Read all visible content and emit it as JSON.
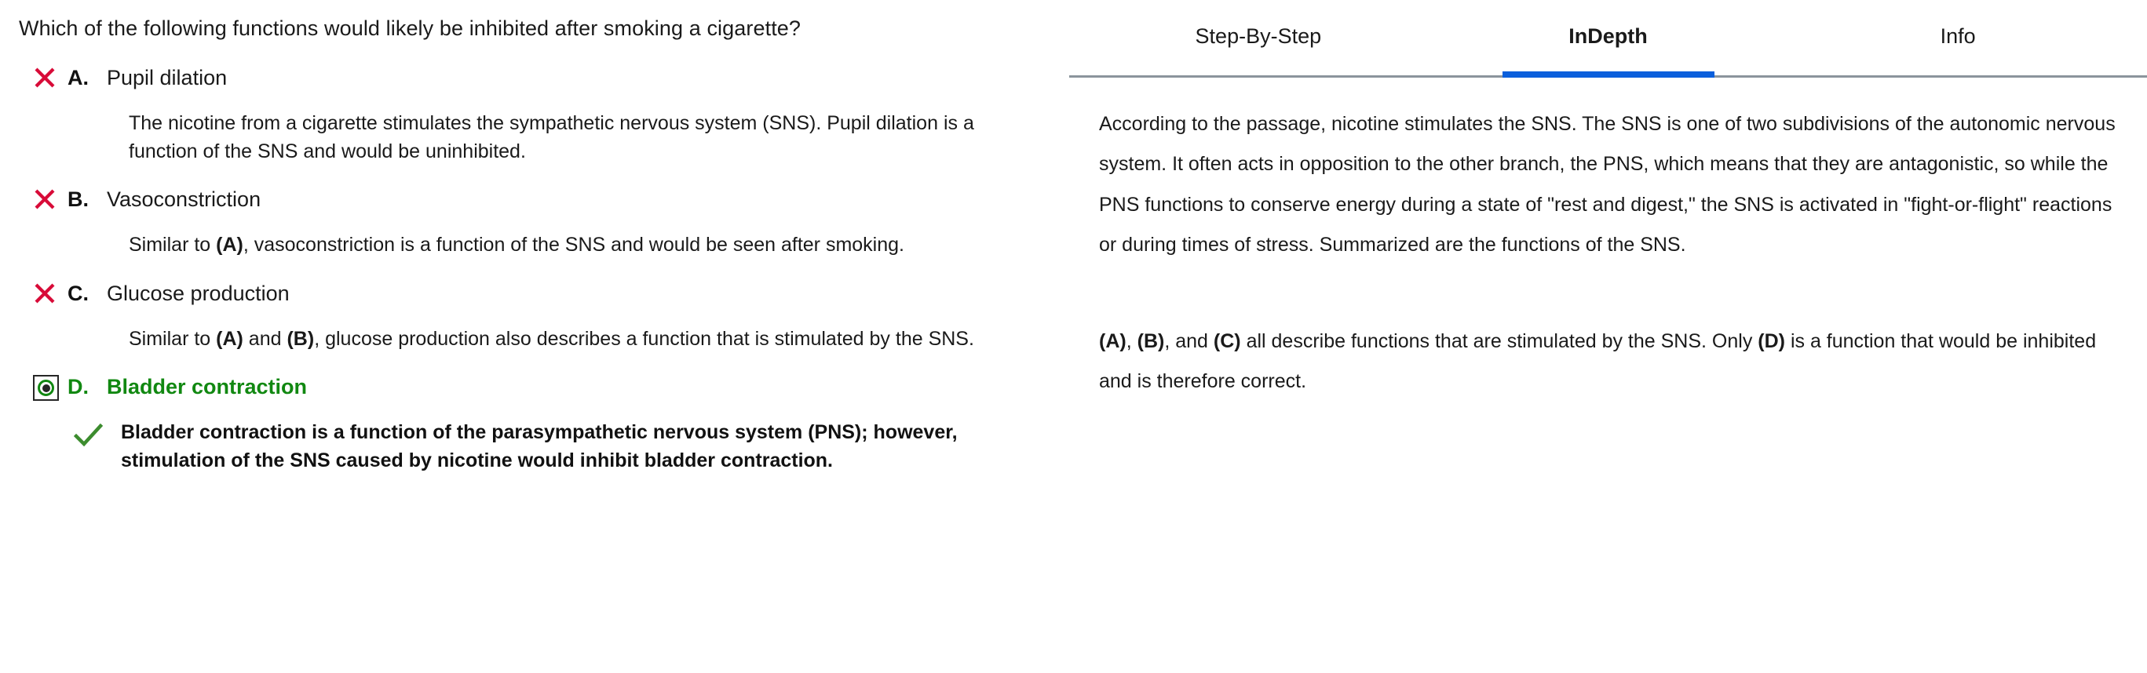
{
  "question": {
    "stem": "Which of the following functions would likely be inhibited after smoking a cigarette?",
    "options": [
      {
        "letter": "A.",
        "text": "Pupil dilation",
        "status": "incorrect",
        "mark_icon": "x-icon",
        "explanation": "The nicotine from a cigarette stimulates the sympathetic nervous system (SNS). Pupil dilation is a function of the SNS and would be uninhibited."
      },
      {
        "letter": "B.",
        "text": "Vasoconstriction",
        "status": "incorrect",
        "mark_icon": "x-icon",
        "explanation_parts": [
          {
            "t": "Similar to ",
            "b": false
          },
          {
            "t": "(A)",
            "b": true
          },
          {
            "t": ", vasoconstriction is a function of the SNS and would be seen after smoking.",
            "b": false
          }
        ]
      },
      {
        "letter": "C.",
        "text": "Glucose production",
        "status": "incorrect",
        "mark_icon": "x-icon",
        "explanation_parts": [
          {
            "t": "Similar to ",
            "b": false
          },
          {
            "t": "(A)",
            "b": true
          },
          {
            "t": " and ",
            "b": false
          },
          {
            "t": "(B)",
            "b": true
          },
          {
            "t": ", glucose production also describes a function that is stimulated by the SNS.",
            "b": false
          }
        ]
      },
      {
        "letter": "D.",
        "text": "Bladder contraction",
        "status": "correct",
        "mark_icon": "radio-selected-icon",
        "explanation_mark_icon": "check-icon",
        "explanation": "Bladder contraction is a function of the parasympathetic nervous system (PNS); however, stimulation of the SNS caused by nicotine would inhibit bladder contraction."
      }
    ]
  },
  "right_panel": {
    "tabs": [
      {
        "label": "Step-By-Step",
        "active": false
      },
      {
        "label": "InDepth",
        "active": true
      },
      {
        "label": "Info",
        "active": false
      }
    ],
    "indepth": {
      "paragraph_1": "According to the passage, nicotine stimulates the SNS. The SNS is one of two subdivisions of the autonomic nervous system. It often acts in opposition to the other branch, the PNS, which means that they are antagonistic, so while the PNS functions to conserve energy during a state of \"rest and digest,\" the SNS is activated in \"fight-or-flight\" reactions or during times of stress. Summarized are the functions of the SNS.",
      "paragraph_2_parts": [
        {
          "t": "(A)",
          "b": true
        },
        {
          "t": ", ",
          "b": false
        },
        {
          "t": "(B)",
          "b": true
        },
        {
          "t": ", and ",
          "b": false
        },
        {
          "t": "(C)",
          "b": true
        },
        {
          "t": " all describe functions that are stimulated by the SNS. Only ",
          "b": false
        },
        {
          "t": "(D)",
          "b": true
        },
        {
          "t": " is a function that would be inhibited and is therefore correct.",
          "b": false
        }
      ]
    }
  },
  "colors": {
    "incorrect_mark": "#D80B38",
    "correct_green": "#118811",
    "check_green": "#3C8C2E",
    "tab_active_underline": "#0B5FDC",
    "tab_border": "#8B949C",
    "text": "#1A1A1A"
  }
}
